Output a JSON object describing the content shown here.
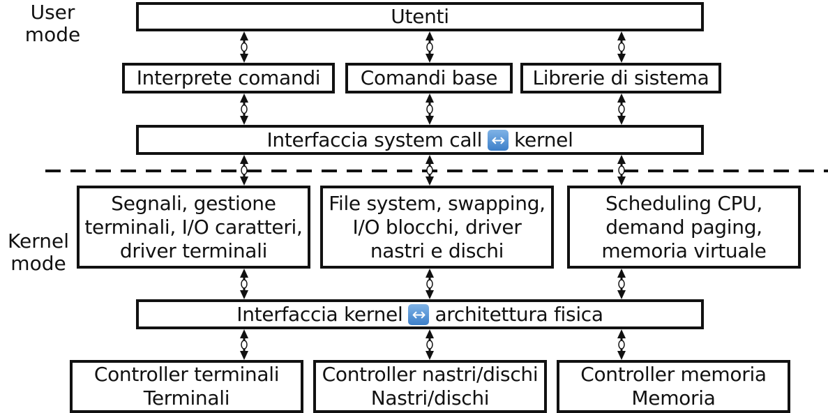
{
  "modes": {
    "user": [
      "User",
      "mode"
    ],
    "kernel": [
      "Kernel",
      "mode"
    ]
  },
  "layers": {
    "users": "Utenti",
    "top_row": [
      "Interprete comandi",
      "Comandi base",
      "Librerie di sistema"
    ],
    "syscall": {
      "left": "Interfaccia system call",
      "right": "kernel",
      "icon": "left-right-arrow-icon"
    },
    "kernel_boxes": [
      [
        "Segnali, gestione",
        "terminali, I/O caratteri,",
        "driver terminali"
      ],
      [
        "File system, swapping,",
        "I/O blocchi, driver",
        "nastri e dischi"
      ],
      [
        "Scheduling CPU,",
        "demand paging,",
        "memoria virtuale"
      ]
    ],
    "hw_interface": {
      "left": "Interfaccia kernel",
      "right": "architettura fisica",
      "icon": "left-right-arrow-icon"
    },
    "controllers": [
      [
        "Controller terminali",
        "Terminali"
      ],
      [
        "Controller nastri/dischi",
        "Nastri/dischi"
      ],
      [
        "Controller memoria",
        "Memoria"
      ]
    ]
  },
  "glyphs": {
    "bidi": "↔"
  }
}
